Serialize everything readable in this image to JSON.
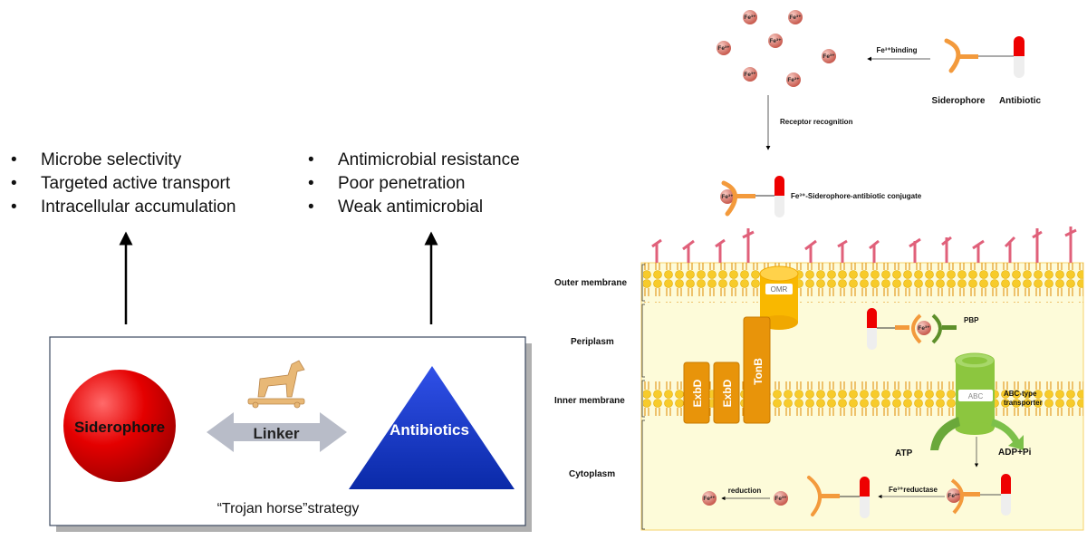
{
  "left": {
    "advantages": [
      "Microbe selectivity",
      "Targeted active transport",
      "Intracellular accumulation"
    ],
    "drawbacks": [
      "Antimicrobial resistance",
      "Poor penetration",
      "Weak antimicrobial"
    ],
    "siderophore_label": "Siderophore",
    "linker_label": "Linker",
    "antibiotics_label": "Antibiotics",
    "strategy_label": "“Trojan horse”strategy",
    "colors": {
      "siderophore": "#e00000",
      "antibiotics": "#1a3fd0",
      "linker": "#b8bcc8"
    }
  },
  "right": {
    "fe3": "Fe³⁺",
    "fe2": "Fe²⁺",
    "fe_binding": "Fe³⁺binding",
    "siderophore_legend": "Siderophore",
    "antibiotic_legend": "Antibiotic",
    "receptor_recognition": "Receptor recognition",
    "conjugate_label": "Fe³⁺-Siderophore-antibiotic conjugate",
    "regions": [
      "Outer membrane",
      "Periplasm",
      "Inner membrane",
      "Cytoplasm"
    ],
    "omr": "OMR",
    "pbp": "PBP",
    "exbd": "ExbD",
    "tonb": "TonB",
    "abc": "ABC",
    "abc_transporter": [
      "ABC-type",
      "transporter"
    ],
    "atp": "ATP",
    "adp": "ADP+Pi",
    "reductase": "Fe³⁺reductase",
    "reduction": "reduction",
    "colors": {
      "cell": "#fdfbd9",
      "lipid": "#f5c518",
      "omr": "#f9b800",
      "exb": "#e8940a",
      "abc": "#8cc63f",
      "siderophore": "#f39a3c",
      "iron": "#e58a7e"
    }
  }
}
